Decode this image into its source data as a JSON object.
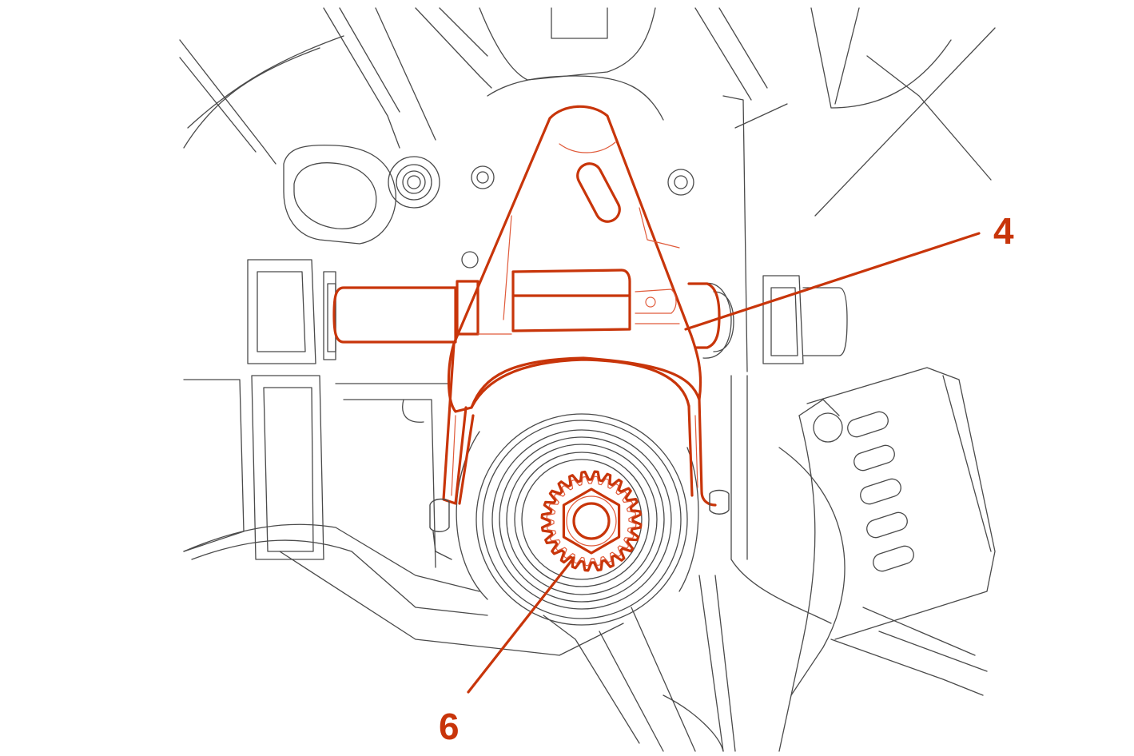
{
  "callouts": [
    {
      "id": "4",
      "label": "4"
    },
    {
      "id": "6",
      "label": "6"
    }
  ],
  "colors": {
    "highlight": "#c8350a",
    "highlight_light": "#e05a3a",
    "linework": "#4a4a4a",
    "background": "#ffffff"
  }
}
